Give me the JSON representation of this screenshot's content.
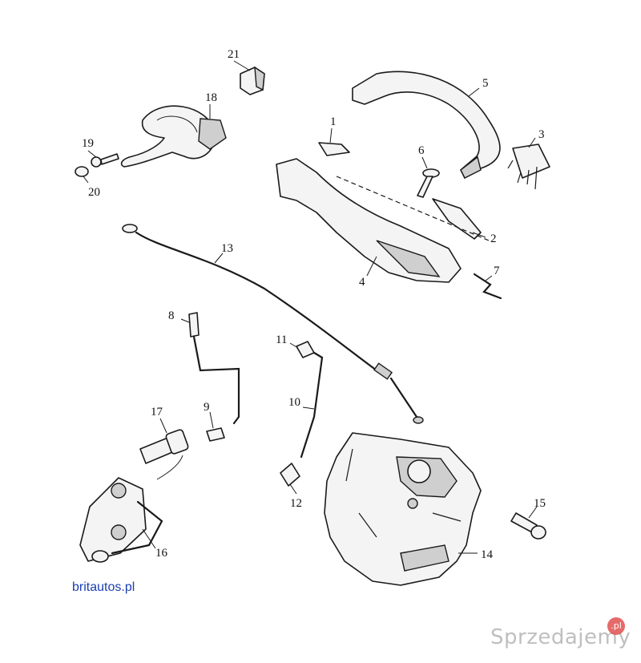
{
  "labels": {
    "p1": "1",
    "p2": "2",
    "p3": "3",
    "p4": "4",
    "p5": "5",
    "p6": "6",
    "p7": "7",
    "p8": "8",
    "p9": "9",
    "p10": "10",
    "p11": "11",
    "p12": "12",
    "p13": "13",
    "p14": "14",
    "p15": "15",
    "p16": "16",
    "p17": "17",
    "p18": "18",
    "p19": "19",
    "p20": "20",
    "p21": "21"
  },
  "source_link": "britautos.pl",
  "watermark": {
    "text": "Sprzedajemy",
    "badge": ".pl"
  }
}
